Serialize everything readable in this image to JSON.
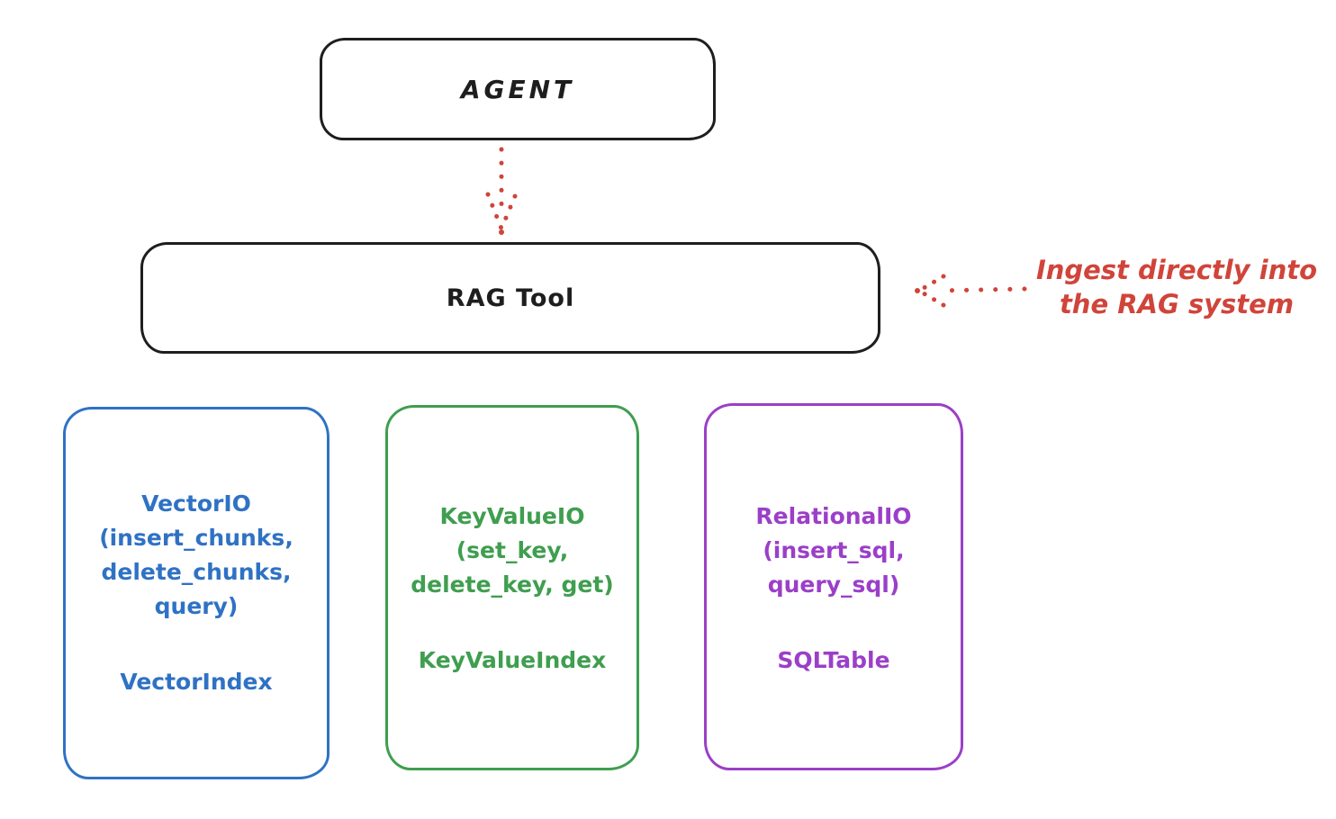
{
  "colors": {
    "ink": "#1e1e1e",
    "red": "#d0443a",
    "blue": "#2f72c4",
    "green": "#3f9e4f",
    "purple": "#9b3fc8",
    "background": "#ffffff"
  },
  "agent": {
    "label": "AGENT"
  },
  "rag_tool": {
    "label": "RAG Tool"
  },
  "annotation": {
    "line1": "Ingest directly into",
    "line2": "the RAG system"
  },
  "boxes": [
    {
      "id": "vector-io",
      "color": "#2f72c4",
      "lines": [
        "VectorIO",
        "(insert_chunks,",
        "delete_chunks,",
        "query)"
      ],
      "footer": "VectorIndex"
    },
    {
      "id": "keyvalue-io",
      "color": "#3f9e4f",
      "lines": [
        "KeyValueIO",
        "(set_key,",
        "delete_key, get)"
      ],
      "footer": "KeyValueIndex"
    },
    {
      "id": "relational-io",
      "color": "#9b3fc8",
      "lines": [
        "RelationalIO",
        "(insert_sql,",
        "query_sql)"
      ],
      "footer": "SQLTable"
    }
  ]
}
